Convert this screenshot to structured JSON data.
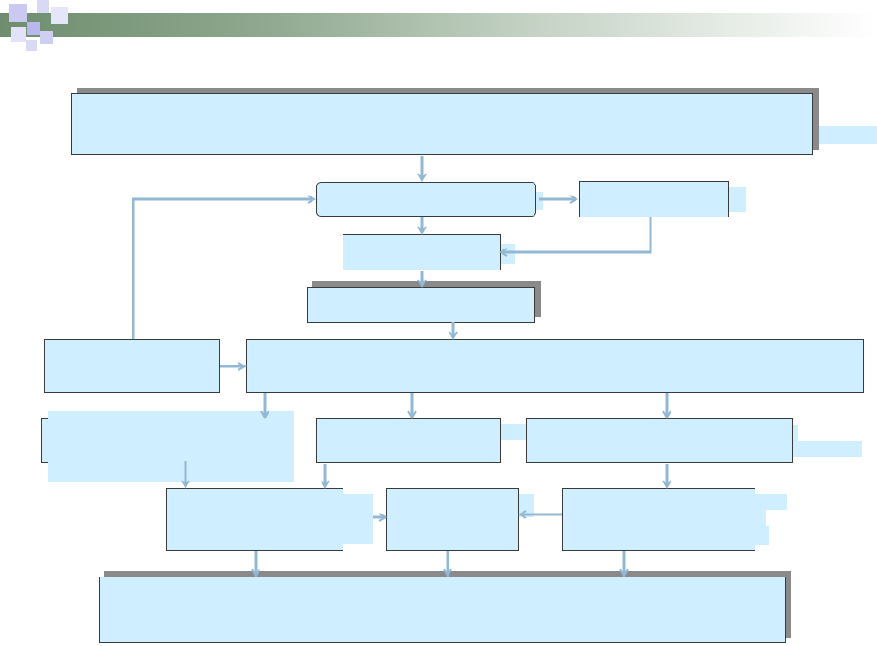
{
  "theme": {
    "box_fill": "#cfeeff",
    "box_border": "#3a3a3a",
    "arrow_color": "#93b8d3",
    "shadow_color": "#8a8a8a",
    "header_gradient": [
      "#6e8d6e",
      "#ffffff"
    ]
  },
  "diagram": {
    "nodes": [
      {
        "id": "n1",
        "label": ""
      },
      {
        "id": "n2",
        "label": ""
      },
      {
        "id": "n3",
        "label": ""
      },
      {
        "id": "n4",
        "label": ""
      },
      {
        "id": "n5",
        "label": ""
      },
      {
        "id": "n6",
        "label": ""
      },
      {
        "id": "n7",
        "label": ""
      },
      {
        "id": "n8",
        "label": ""
      },
      {
        "id": "n9",
        "label": ""
      },
      {
        "id": "n10",
        "label": ""
      },
      {
        "id": "n11",
        "label": ""
      },
      {
        "id": "n12",
        "label": ""
      },
      {
        "id": "n13",
        "label": ""
      },
      {
        "id": "n14",
        "label": ""
      }
    ],
    "edges": [
      {
        "from": "n1",
        "to": "n2"
      },
      {
        "from": "n2",
        "to": "n3"
      },
      {
        "from": "n3",
        "to": "n4"
      },
      {
        "from": "n2",
        "to": "n5"
      },
      {
        "from": "n5",
        "to": "n3"
      },
      {
        "from": "n4",
        "to": "n7"
      },
      {
        "from": "n6",
        "to": "n7"
      },
      {
        "from": "n6",
        "to": "n2"
      },
      {
        "from": "n7",
        "to": "n8"
      },
      {
        "from": "n7",
        "to": "n9"
      },
      {
        "from": "n7",
        "to": "n10"
      },
      {
        "from": "n8",
        "to": "n11"
      },
      {
        "from": "n9",
        "to": "n11"
      },
      {
        "from": "n10",
        "to": "n13"
      },
      {
        "from": "n11",
        "to": "n12"
      },
      {
        "from": "n13",
        "to": "n12"
      },
      {
        "from": "n11",
        "to": "n14"
      },
      {
        "from": "n12",
        "to": "n14"
      },
      {
        "from": "n13",
        "to": "n14"
      }
    ]
  }
}
